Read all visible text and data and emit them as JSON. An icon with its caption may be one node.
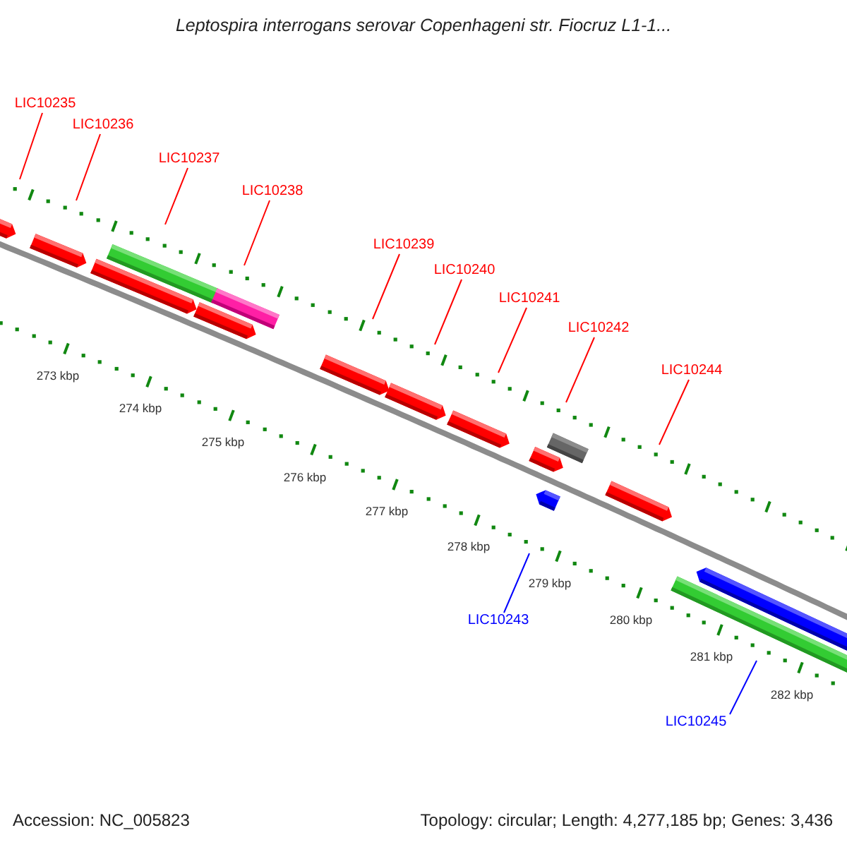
{
  "diagram": {
    "title": "Leptospira interrogans serovar Copenhageni str. Fiocruz L1-1...",
    "nodes": [
      {
        "text": [
          "LIC10235"
        ]
      },
      {
        "text": [
          "LIC10236"
        ]
      },
      {
        "text": [
          "LIC10237"
        ]
      },
      {
        "text": [
          "LIC10238"
        ]
      },
      {
        "text": [
          "LIC10239"
        ]
      },
      {
        "text": [
          "LIC10240"
        ]
      },
      {
        "text": [
          "LIC10241"
        ]
      },
      {
        "text": [
          "LIC10242"
        ]
      },
      {
        "text": [
          "LIC10244"
        ]
      },
      {
        "text": [
          "LIC10243"
        ]
      },
      {
        "text": [
          "LIC10245"
        ]
      }
    ],
    "edges": [
      {
        "from": 0,
        "to": null,
        "arrow": "none"
      },
      {
        "from": 1,
        "to": null,
        "arrow": "none"
      },
      {
        "from": 2,
        "to": null,
        "arrow": "none"
      },
      {
        "from": 3,
        "to": null,
        "arrow": "none"
      },
      {
        "from": 4,
        "to": null,
        "arrow": "none"
      },
      {
        "from": 5,
        "to": null,
        "arrow": "none"
      },
      {
        "from": 6,
        "to": null,
        "arrow": "none"
      },
      {
        "from": 7,
        "to": null,
        "arrow": "none"
      },
      {
        "from": 8,
        "to": null,
        "arrow": "none"
      },
      {
        "from": 9,
        "to": null,
        "arrow": "none",
        "color": "#0000ff"
      },
      {
        "from": 10,
        "to": null,
        "arrow": "none",
        "color": "#0000ff"
      }
    ],
    "labels": [
      "273 kbp",
      "274 kbp",
      "275 kbp",
      "276 kbp",
      "277 kbp",
      "278 kbp",
      "279 kbp",
      "280 kbp",
      "281 kbp",
      "282 kbp",
      "Accession: NC_005823",
      "Topology: circular; Length: 4,277,185 bp; Genes: 3,436"
    ]
  }
}
